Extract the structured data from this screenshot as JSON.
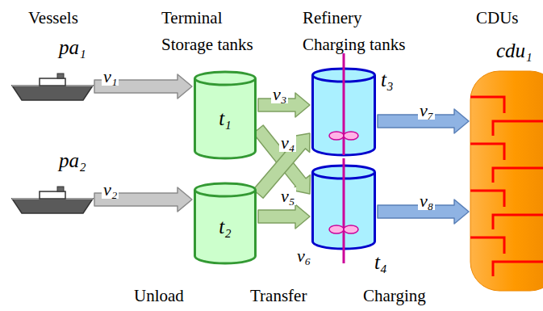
{
  "diagram": {
    "nodes": [
      {
        "text": [
          "pa₁"
        ]
      },
      {
        "text": [
          "pa₂"
        ]
      },
      {
        "text": [
          "t₁"
        ]
      },
      {
        "text": [
          "t₂"
        ]
      },
      {
        "text": [
          "t₃"
        ]
      },
      {
        "text": [
          "t₄"
        ]
      },
      {
        "text": [
          "cdu₁"
        ]
      }
    ],
    "edges": [
      {
        "from": 0,
        "to": 2,
        "arrow": "to",
        "label": "v₁"
      },
      {
        "from": 1,
        "to": 3,
        "arrow": "to",
        "label": "v₂"
      },
      {
        "from": 2,
        "to": 4,
        "arrow": "to",
        "label": "v₃"
      },
      {
        "from": 2,
        "to": 5,
        "arrow": "to",
        "label": "v₄"
      },
      {
        "from": 3,
        "to": 4,
        "arrow": "to",
        "label": "v₅"
      },
      {
        "from": 3,
        "to": 5,
        "arrow": "to",
        "label": "v₆"
      },
      {
        "from": 4,
        "to": 6,
        "arrow": "to",
        "label": "v₇"
      },
      {
        "from": 5,
        "to": 6,
        "arrow": "to",
        "label": "v₈"
      }
    ],
    "labels": [
      "Vessels",
      "Terminal Storage tanks",
      "Refinery Charging tanks",
      "CDUs",
      "Unload",
      "Transfer",
      "Charging"
    ]
  }
}
